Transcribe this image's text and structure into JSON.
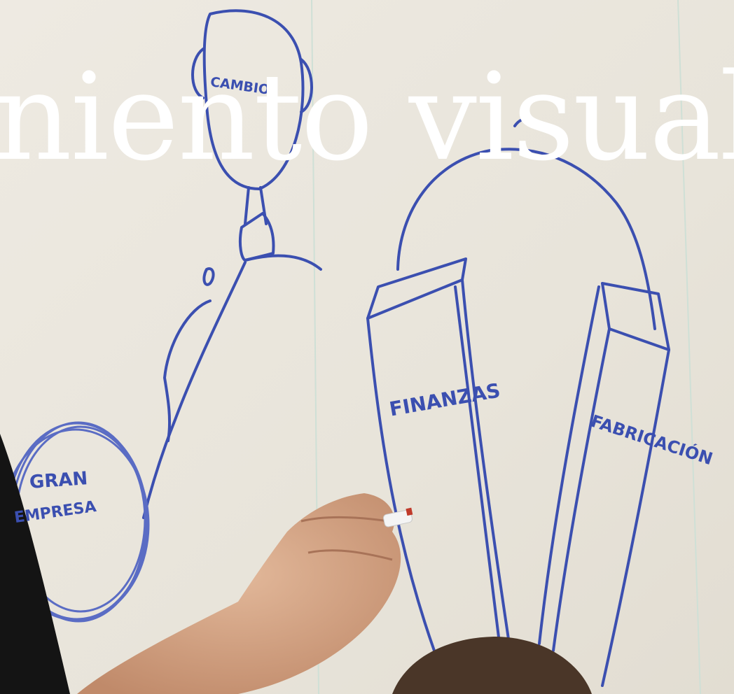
{
  "headline": "niento visual",
  "sketch": {
    "head_label": "CAMBIO",
    "circle_label_line1": "GRAN",
    "circle_label_line2": "EMPRESA",
    "left_column_label": "FINANZAS",
    "right_column_label": "FABRICACIÓN"
  },
  "colors": {
    "board": "#ebe7de",
    "marker": "#3b4fb0",
    "headline": "#ffffff"
  }
}
